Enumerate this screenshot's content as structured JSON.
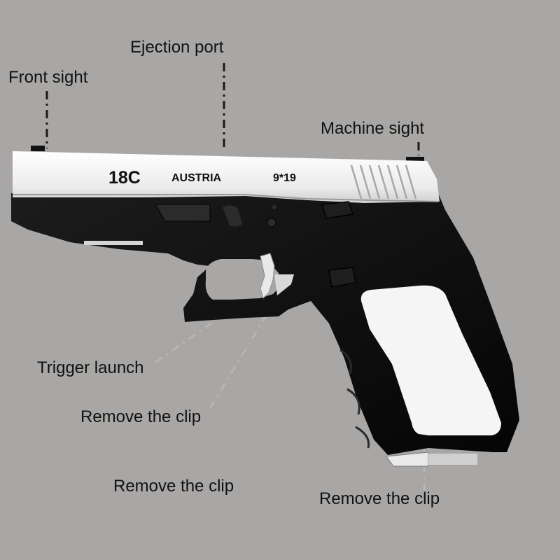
{
  "labels": {
    "front_sight": "Front sight",
    "ejection_port": "Ejection port",
    "machine_sight": "Machine sight",
    "trigger_launch": "Trigger launch",
    "remove_clip_1": "Remove the clip",
    "remove_clip_2": "Remove the clip",
    "remove_clip_3": "Remove the clip"
  },
  "engraving": {
    "model": "18C",
    "country": "AUSTRIA",
    "caliber": "9*19"
  },
  "colors": {
    "background": "#a9a7a6",
    "slide": "#f2f2f2",
    "frame": "#141414",
    "grip_panel": "#f5f5f5",
    "leader_line": "#1a1a1a"
  }
}
